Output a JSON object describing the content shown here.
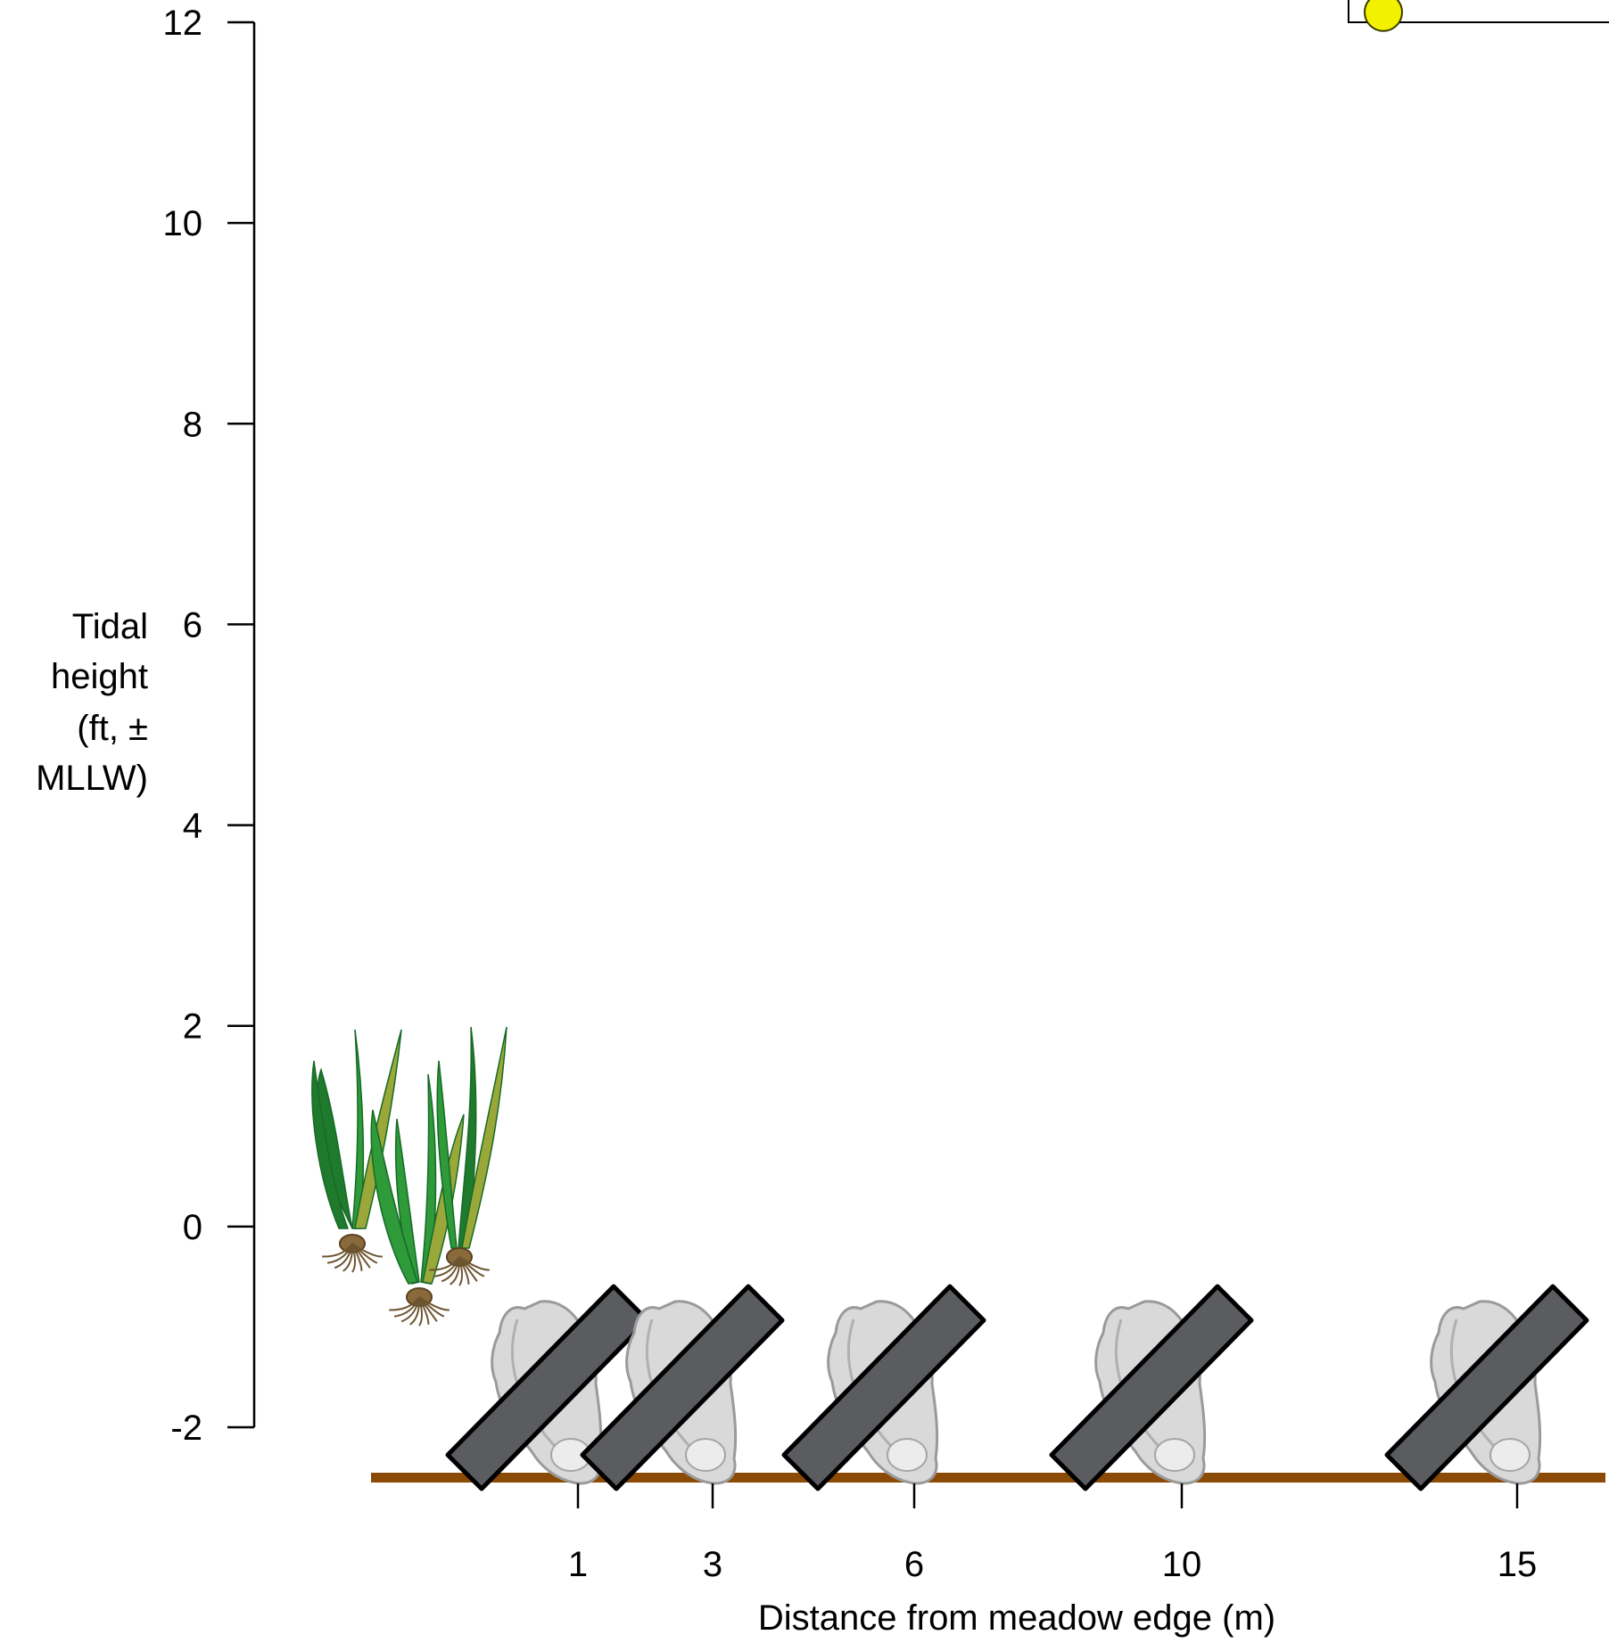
{
  "chart_data": {
    "type": "scatter",
    "title": "",
    "xlabel": "Distance from meadow edge (m)",
    "ylabel_lines": [
      "Tidal",
      "height",
      "(ft, ±",
      "MLLW)"
    ],
    "yticks": [
      12,
      10,
      8,
      6,
      4,
      2,
      0,
      -2
    ],
    "ylim": [
      -2,
      12
    ],
    "x_categories": [
      1,
      3,
      6,
      10,
      15
    ],
    "colors": {
      "axis": "#000000",
      "sediment": "#8B4A06",
      "oyster_bar": "#5A5C60",
      "marker": "#F2F200",
      "seagrass": "#2E9A3A"
    },
    "series": [
      {
        "values": [
          12.1
        ]
      }
    ],
    "icons": [
      "seagrass-illustration",
      "oyster-illustration",
      "oyster-bag-bar"
    ]
  }
}
